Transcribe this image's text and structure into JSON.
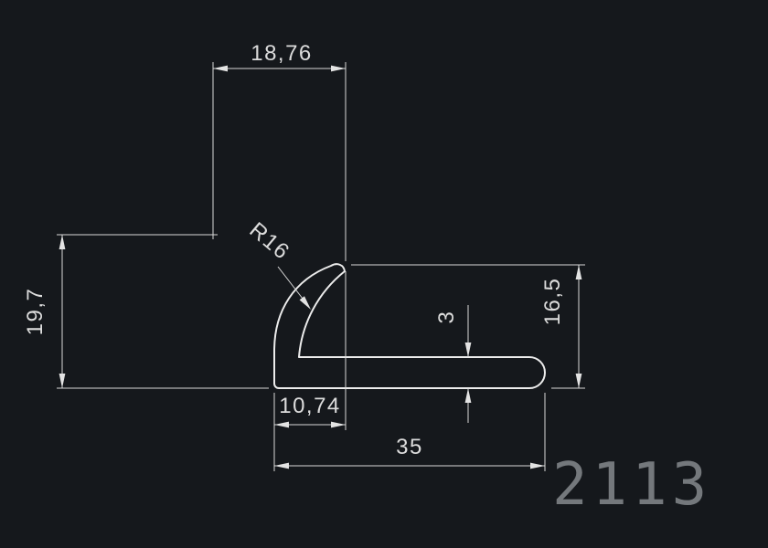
{
  "canvas": {
    "background": "#15181c",
    "geometry_color": "#ececec",
    "dimension_color": "#d9d9d9",
    "dim_text_color": "#dcdcdc",
    "part_number_color": "#74787c"
  },
  "dims": {
    "top_width": "18,76",
    "left_height": "19,7",
    "radius": "R16",
    "right_height": "16,5",
    "thickness": "3",
    "bottom_leg": "10,74",
    "total_width": "35"
  },
  "part_number": "2113"
}
